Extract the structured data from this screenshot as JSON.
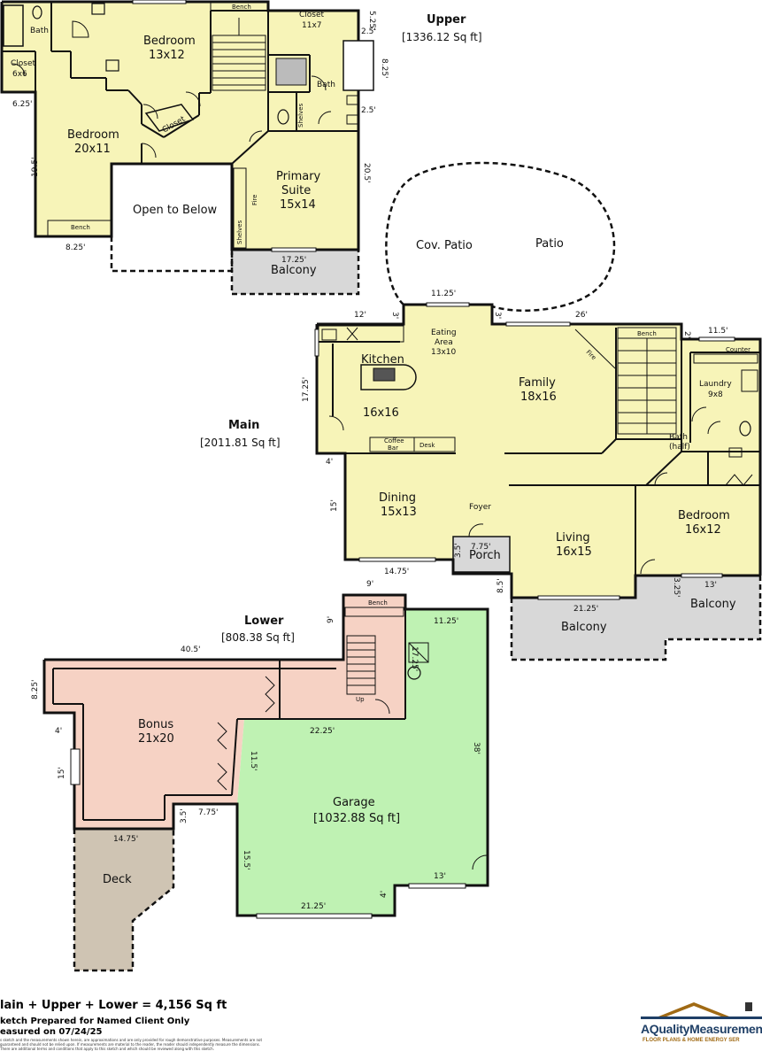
{
  "colors": {
    "yellow": "#f7f4b8",
    "bonus": "#f6d2c4",
    "garage": "#bff2b3",
    "balcony": "#d8d8d8",
    "deck": "#cfc4b3",
    "wall": "#111111"
  },
  "upper": {
    "title": "Upper",
    "area": "[1336.12 Sq ft]",
    "rooms": {
      "bath1": "Bath",
      "closet1_name": "Closet",
      "closet1_size": "6x6",
      "bed1_name": "Bedroom",
      "bed1_size": "13x12",
      "closet2_name": "Closet",
      "closet2_size": "11x7",
      "bath2": "Bath",
      "bed2_name": "Bedroom",
      "bed2_size": "20x11",
      "closet3": "Closet",
      "primary_l1": "Primary",
      "primary_l2": "Suite",
      "primary_size": "15x14",
      "open": "Open to Below",
      "balcony": "Balcony"
    },
    "labels": {
      "bench_top": "Bench",
      "bench_bottom": "Bench",
      "shelves_bath": "Shelves",
      "shelves_suite": "Shelves",
      "fire": "Fire"
    },
    "dims": {
      "d525": "5.25'",
      "d25a": "2.5'",
      "d825": "8.25'",
      "d25b": "2.5'",
      "d625": "6.25'",
      "d195": "19.5'",
      "d205": "20.5'",
      "d825b": "8.25'",
      "d1725": "17.25'"
    }
  },
  "patio": {
    "cov": "Cov. Patio",
    "patio": "Patio",
    "dim": "11.25'"
  },
  "main": {
    "title": "Main",
    "area": "[2011.81 Sq ft]",
    "rooms": {
      "eating_l1": "Eating",
      "eating_l2": "Area",
      "eating_size": "13x10",
      "kitchen_name": "Kitchen",
      "kitchen_size": "16x16",
      "family_name": "Family",
      "family_size": "18x16",
      "laundry_name": "Laundry",
      "laundry_size": "9x8",
      "bath_l1": "Bath",
      "bath_l2": "(half)",
      "dining_name": "Dining",
      "dining_size": "15x13",
      "foyer": "Foyer",
      "porch": "Porch",
      "living_name": "Living",
      "living_size": "16x15",
      "bed_name": "Bedroom",
      "bed_size": "16x12",
      "balcony1": "Balcony",
      "balcony2": "Balcony"
    },
    "labels": {
      "bench": "Bench",
      "counter": "Counter",
      "coffee_l1": "Coffee",
      "coffee_l2": "Bar",
      "desk": "Desk",
      "fire": "Fire"
    },
    "dims": {
      "d12": "12'",
      "d3a": "3'",
      "d3b": "3'",
      "d26": "26'",
      "d2": "2'",
      "d115": "11.5'",
      "d1725": "17.25'",
      "d4": "4'",
      "d15": "15'",
      "d775": "7.75'",
      "d35": "3.5'",
      "d1475": "14.75'",
      "d85": "8.5'",
      "d2125": "21.25'",
      "d325": "3.25'",
      "d13": "13'"
    }
  },
  "lower": {
    "title": "Lower",
    "area": "[808.38 Sq ft]",
    "rooms": {
      "bonus_name": "Bonus",
      "bonus_size": "21x20",
      "deck": "Deck",
      "garage_name": "Garage",
      "garage_area": "[1032.88 Sq ft]"
    },
    "labels": {
      "bench": "Bench",
      "up": "Up"
    },
    "dims": {
      "d9a": "9'",
      "d9b": "9'",
      "d405": "40.5'",
      "d1125": "11.25'",
      "d825": "8.25'",
      "d4a": "4'",
      "d1725": "17.25'",
      "d2225": "22.25'",
      "d15": "15'",
      "d115": "11.5'",
      "d35": "3.5'",
      "d775": "7.75'",
      "d38": "38'",
      "d1475": "14.75'",
      "d155": "15.5'",
      "d13": "13'",
      "d4b": "4'",
      "d2125": "21.25'"
    }
  },
  "footer": {
    "total": "lain + Upper + Lower = 4,156 Sq ft",
    "prepared": "ketch Prepared for Named Client Only",
    "measured": "easured on 07/24/25",
    "disclaimer": "s sketch and the measurements shown herein, are approximations and are only provided for rough demonstrative purposes. Measurements are not guaranteed and should not be relied upon. If measurements are material to the reader, the reader should independently measure the dimensions. There are additional terms and conditions that apply to this sketch and which should be reviewed along with this sketch."
  },
  "logo": {
    "name": "AQualityMeasurement.co",
    "tagline": "FLOOR PLANS & HOME ENERGY SER"
  }
}
